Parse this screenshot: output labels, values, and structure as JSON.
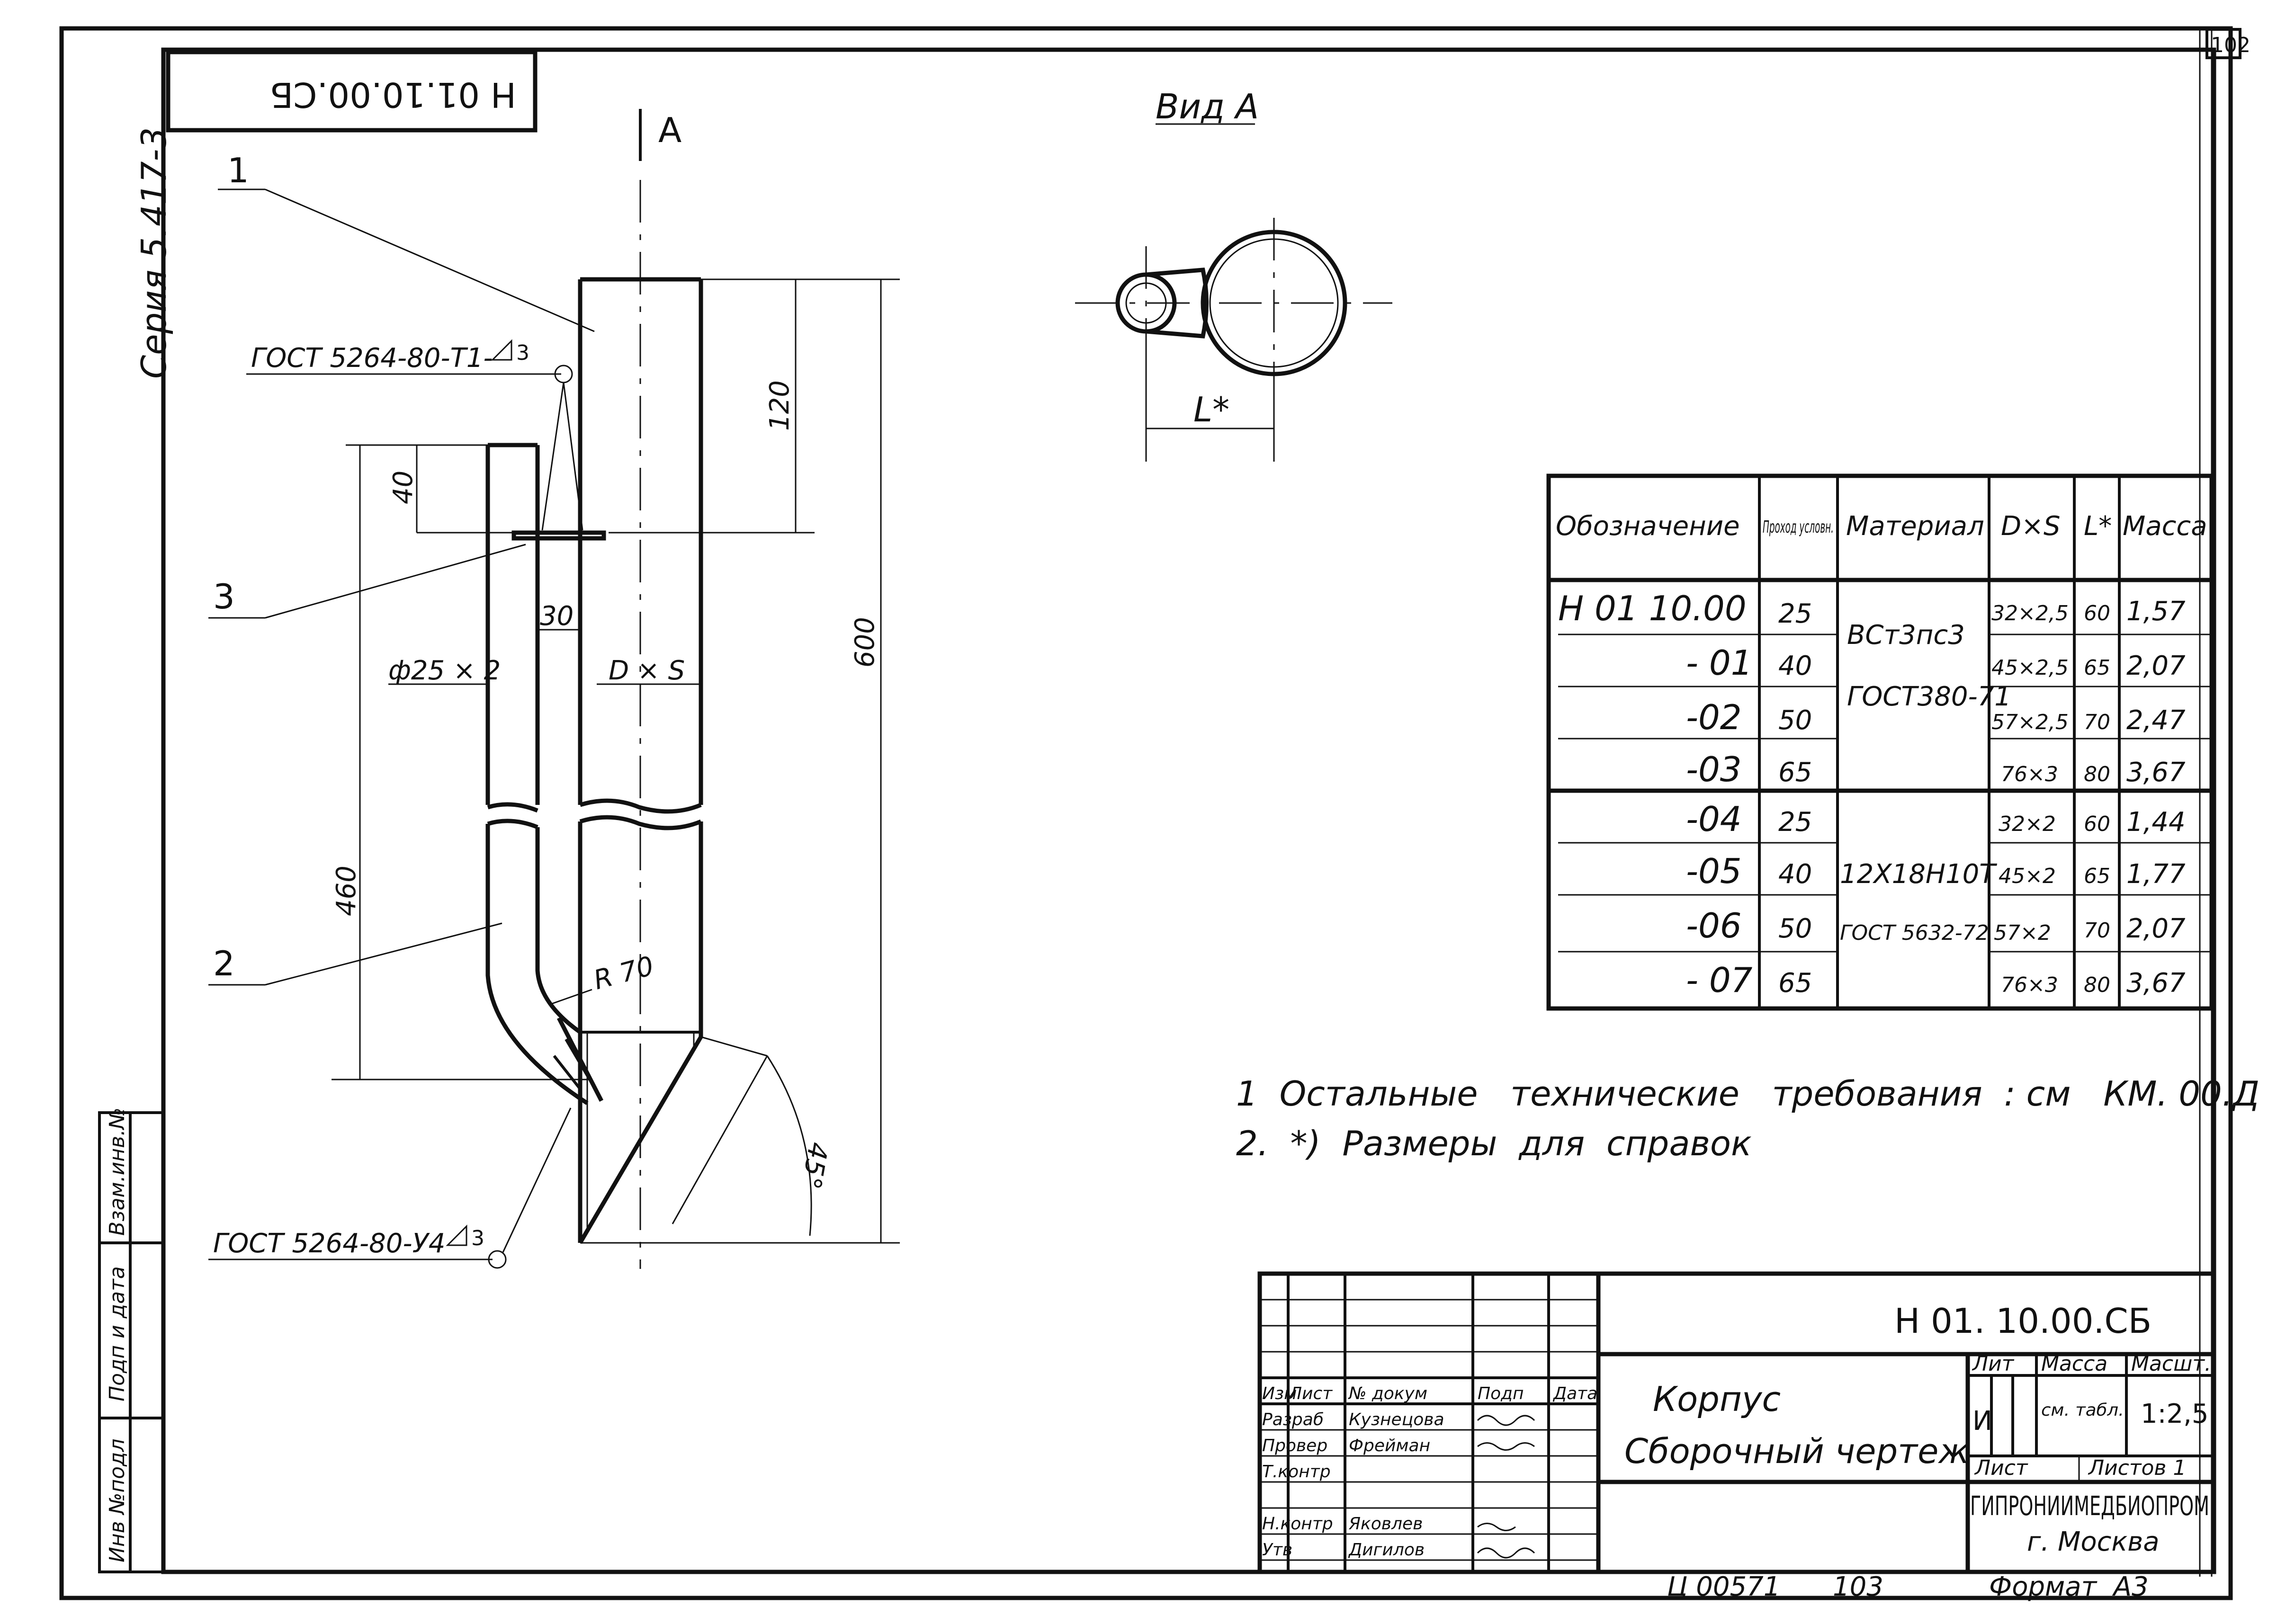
{
  "stamp_code_top": "Н 01.10.00.СБ",
  "series_label": "Серия 5.417-3",
  "page_number": "102",
  "view_label": "Вид А",
  "section_marker": "А",
  "l_star": "L*",
  "callouts": [
    "1",
    "2",
    "3"
  ],
  "gost_weld_top": "ГОСТ 5264-80-Т1-",
  "gost_weld_top_leg": "3",
  "gost_weld_bottom": "ГОСТ 5264-80-У4",
  "gost_weld_bottom_leg": "3",
  "dims": {
    "d120": "120",
    "d600": "600",
    "d40": "40",
    "d30": "30",
    "d460": "460",
    "r70": "R 70",
    "angle": "45°",
    "phi": "ф25 × 2",
    "dxs": "D × S"
  },
  "spec_table": {
    "headers": [
      "Обозначение",
      "Проход условн.",
      "Материал",
      "D×S",
      "L*",
      "Масса"
    ],
    "rows": [
      [
        "Н 01 10.00",
        "25",
        "",
        "32×2,5",
        "60",
        "1,57"
      ],
      [
        "- 01",
        "40",
        "",
        "45×2,5",
        "65",
        "2,07"
      ],
      [
        "-02",
        "50",
        "",
        "57×2,5",
        "70",
        "2,47"
      ],
      [
        "-03",
        "65",
        "",
        "76×3",
        "80",
        "3,67"
      ],
      [
        "-04",
        "25",
        "",
        "32×2",
        "60",
        "1,44"
      ],
      [
        "-05",
        "40",
        "",
        "45×2",
        "65",
        "1,77"
      ],
      [
        "-06",
        "50",
        "",
        "57×2",
        "70",
        "2,07"
      ],
      [
        "- 07",
        "65",
        "",
        "76×3",
        "80",
        "3,67"
      ]
    ],
    "material_group1_line1": "ВСт3пс3",
    "material_group1_line2": "ГОСТ380-71",
    "material_group2_line1": "12Х18Н10Т",
    "material_group2_line2": "ГОСТ 5632-72"
  },
  "notes": [
    "1  Остальные   технические   требования  : см   КМ. 00.Д",
    "2.  *)  Размеры  для  справок"
  ],
  "side_stamp": [
    "Инв №подл",
    "Подп и дата",
    "Взам.инв.№"
  ],
  "title_block": {
    "code": "Н 01. 10.00.СБ",
    "name1": "Корпус",
    "name2": "Сборочный  чертеж",
    "col_headers": [
      "Изм",
      "Лист",
      "№ докум",
      "Подп",
      "Дата"
    ],
    "roles": [
      "Разраб",
      "Провер",
      "Т.контр",
      "Н.контр",
      "Утв"
    ],
    "names": [
      "Кузнецова",
      "Фрейман",
      "",
      "Яковлев",
      "Дигилов"
    ],
    "lit_header": "Лит",
    "mass_header": "Масса",
    "scale_header": "Масшт.",
    "lit_value": "И",
    "mass_value": "см. табл.",
    "scale_value": "1:2,5",
    "sheet_label": "Лист",
    "sheets_label": "Листов 1",
    "org": "ГИПРОНИИМЕДБИОПРОМ",
    "city": "г. Москва"
  },
  "footer": {
    "inv": "Ц 00571",
    "num": "103",
    "format": "Формат  А3"
  }
}
